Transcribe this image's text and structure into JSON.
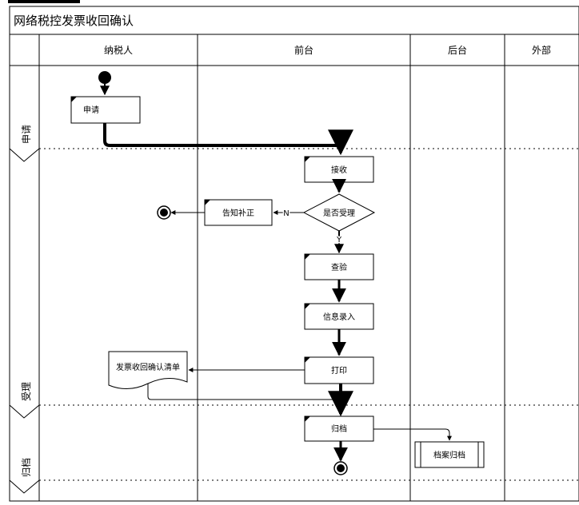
{
  "diagram": {
    "title": "网络税控发票收回确认",
    "lanes": [
      "纳税人",
      "前台",
      "后台",
      "外部"
    ],
    "phases": [
      "申请",
      "受理",
      "归档"
    ],
    "nodes": {
      "apply": "申请",
      "receive": "接收",
      "decision": "是否受理",
      "notify": "告知补正",
      "inspect": "查验",
      "entry": "信息录入",
      "print": "打印",
      "doc": "发票收回确认清单",
      "archive": "归档",
      "archive_back": "档案归档"
    },
    "edge_labels": {
      "no": "N",
      "yes": "Y"
    }
  }
}
